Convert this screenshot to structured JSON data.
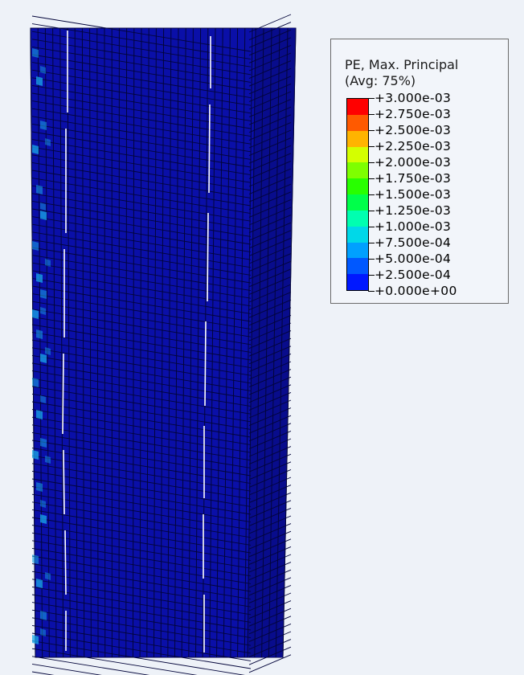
{
  "legend": {
    "title_line1": "PE, Max. Principal",
    "title_line2": "(Avg: 75%)",
    "levels": [
      "+3.000e-03",
      "+2.750e-03",
      "+2.500e-03",
      "+2.250e-03",
      "+2.000e-03",
      "+1.750e-03",
      "+1.500e-03",
      "+1.250e-03",
      "+1.000e-03",
      "+7.500e-04",
      "+5.000e-04",
      "+2.500e-04",
      "+0.000e+00"
    ],
    "colors_high_to_low": [
      "#ff0000",
      "#ff5a00",
      "#ffb400",
      "#d4ff00",
      "#7eff00",
      "#28ff00",
      "#00ff4a",
      "#00ffb0",
      "#00d8e8",
      "#00a0ff",
      "#0058ff",
      "#0018ff"
    ]
  },
  "model": {
    "base_color": "#0a0fa8",
    "highlight_color": "#1aa8e8"
  }
}
